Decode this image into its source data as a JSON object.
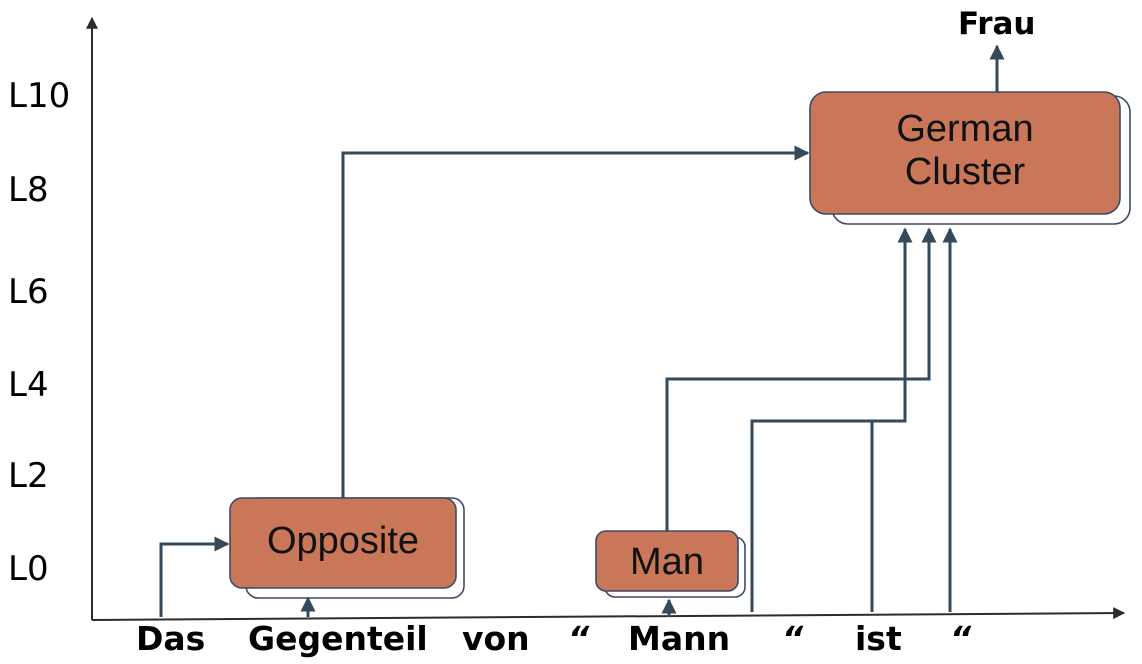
{
  "colors": {
    "box_fill": "#c97758",
    "box_stroke": "#3e4a66",
    "line": "#34495a",
    "axis": "#2c2c2c"
  },
  "layers": [
    "L10",
    "L8",
    "L6",
    "L4",
    "L2",
    "L0"
  ],
  "tokens": [
    "Das",
    "Gegenteil",
    "von",
    "“",
    "Mann",
    "“",
    "ist",
    "“"
  ],
  "boxes": {
    "opposite": "Opposite",
    "man": "Man",
    "german_line1": "German",
    "german_line2": "Cluster"
  },
  "output": "Frau"
}
